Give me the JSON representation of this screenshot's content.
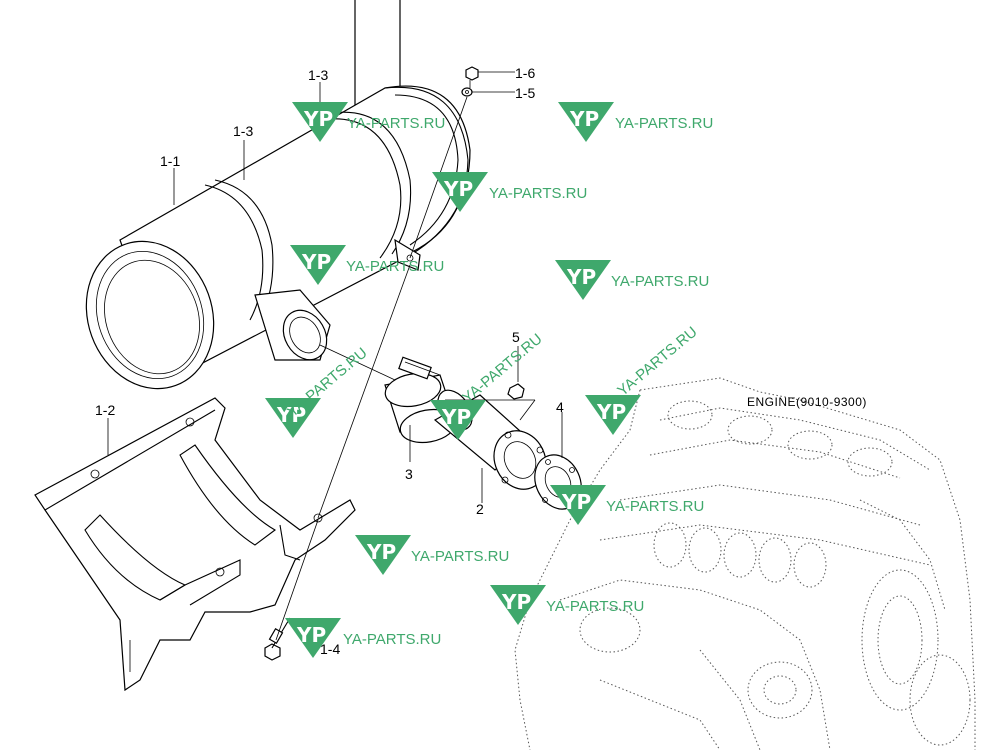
{
  "diagram": {
    "engine_label": "ENGINE(9010-9300)",
    "callouts": [
      {
        "id": "c-1-3a",
        "text": "1-3"
      },
      {
        "id": "c-1-3b",
        "text": "1-3"
      },
      {
        "id": "c-1-1",
        "text": "1-1"
      },
      {
        "id": "c-1-6",
        "text": "1-6"
      },
      {
        "id": "c-1-5",
        "text": "1-5"
      },
      {
        "id": "c-1-2",
        "text": "1-2"
      },
      {
        "id": "c-5",
        "text": "5"
      },
      {
        "id": "c-4",
        "text": "4"
      },
      {
        "id": "c-3",
        "text": "3"
      },
      {
        "id": "c-2",
        "text": "2"
      },
      {
        "id": "c-1-4",
        "text": "1-4"
      }
    ]
  },
  "watermark": {
    "logo_text": "YP",
    "site_text": "YA-PARTS.RU",
    "color": "#3fa86c"
  }
}
